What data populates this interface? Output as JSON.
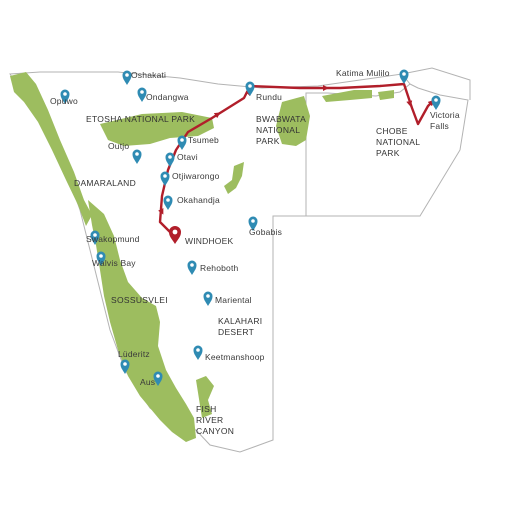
{
  "colors": {
    "land_fill": "#ffffff",
    "border": "#b3b3b3",
    "park": "#9dbd5f",
    "route": "#b11e2a",
    "pin": "#2f8bb3",
    "start_pin": "#b11e2a",
    "text": "#3a3a3a"
  },
  "icons": {
    "town_marker": "map-pin-icon",
    "start_marker": "map-pin-icon-red",
    "route_arrow": "arrow-icon"
  },
  "towns": [
    {
      "id": "opuwo",
      "label": "Opuwo"
    },
    {
      "id": "oshakati",
      "label": "Oshakati"
    },
    {
      "id": "ondangwa",
      "label": "Ondangwa"
    },
    {
      "id": "outjo",
      "label": "Outjo"
    },
    {
      "id": "tsumeb",
      "label": "Tsumeb"
    },
    {
      "id": "otavi",
      "label": "Otavi"
    },
    {
      "id": "otjiwarongo",
      "label": "Otjiwarongo"
    },
    {
      "id": "okahandja",
      "label": "Okahandja"
    },
    {
      "id": "gobabis",
      "label": "Gobabis"
    },
    {
      "id": "swakopmund",
      "label": "Swakopmund"
    },
    {
      "id": "walvis-bay",
      "label": "Walvis Bay"
    },
    {
      "id": "rehoboth",
      "label": "Rehoboth"
    },
    {
      "id": "mariental",
      "label": "Mariental"
    },
    {
      "id": "keetmanshoop",
      "label": "Keetmanshoop"
    },
    {
      "id": "luderitz",
      "label": "Lüderitz"
    },
    {
      "id": "aus",
      "label": "Aus"
    },
    {
      "id": "rundu",
      "label": "Rundu"
    },
    {
      "id": "katima-mulilo",
      "label": "Katima Mulilo"
    },
    {
      "id": "victoria-falls",
      "label": [
        "Victoria",
        "Falls"
      ]
    }
  ],
  "start": {
    "id": "windhoek",
    "label": "WINDHOEK"
  },
  "regions": [
    {
      "id": "etosha",
      "lines": [
        "ETOSHA NATIONAL PARK"
      ]
    },
    {
      "id": "damaraland",
      "lines": [
        "DAMARALAND"
      ]
    },
    {
      "id": "bwabwata",
      "lines": [
        "BWABWATA",
        "NATIONAL",
        "PARK"
      ]
    },
    {
      "id": "chobe",
      "lines": [
        "CHOBE",
        "NATIONAL",
        "PARK"
      ]
    },
    {
      "id": "sossusvlei",
      "lines": [
        "SOSSUSVLEI"
      ]
    },
    {
      "id": "kalahari",
      "lines": [
        "KALAHARI",
        "DESERT"
      ]
    },
    {
      "id": "fish-river",
      "lines": [
        "FISH",
        "RIVER",
        "CANYON"
      ]
    }
  ],
  "route": [
    "Windhoek",
    "Okahandja",
    "Otjiwarongo",
    "Otavi",
    "Tsumeb",
    "Rundu",
    "Katima Mulilo",
    "Chobe National Park",
    "Victoria Falls"
  ]
}
